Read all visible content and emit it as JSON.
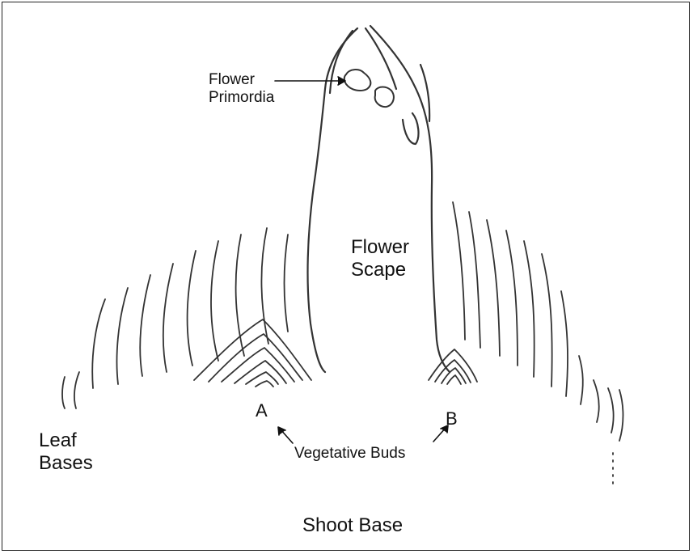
{
  "labels": {
    "flower_primordia_line1": "Flower",
    "flower_primordia_line2": "Primordia",
    "flower_scape_line1": "Flower",
    "flower_scape_line2": "Scape",
    "bud_a": "A",
    "bud_b": "B",
    "vegetative_buds": "Vegetative Buds",
    "leaf_bases_line1": "Leaf",
    "leaf_bases_line2": "Bases",
    "shoot_base": "Shoot Base"
  }
}
